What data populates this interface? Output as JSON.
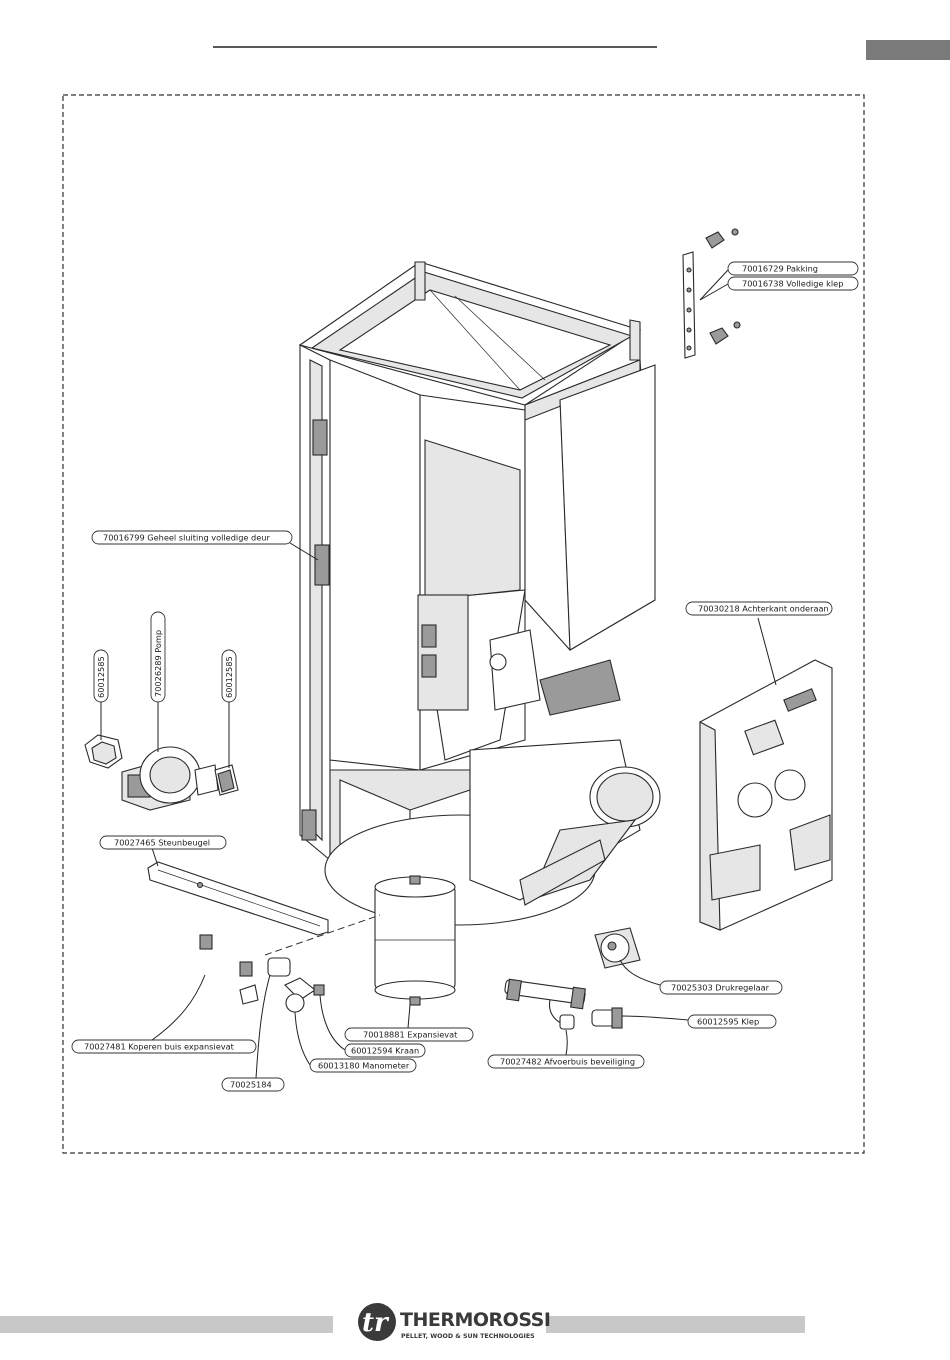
{
  "labels": {
    "pakking": "70016729 Pakking",
    "volledige_klep": "70016738 Volledige klep",
    "geheel_sluiting": "70016799 Geheel sluiting volledige deur",
    "achterkant": "70030218 Achterkant onderaan",
    "pipe_fitting_left": "60012585",
    "pomp": "70026289 Pomp",
    "pipe_fitting_right": "60012585",
    "steunbeugel": "70027465 Steunbeugel",
    "drukregelaar": "70025303 Drukregelaar",
    "klep": "60012595 Klep",
    "expansievat": "70018881 Expansievat",
    "kraan": "60012594 Kraan",
    "manometer": "60013180 Manometer",
    "koperen_buis": "70027481 Koperen buis expansievat",
    "afvoerbuis": "70027482 Afvoerbuis beveiliging",
    "part_5184": "70025184"
  },
  "footer": {
    "brand": "THERMOROSSI",
    "tagline": "PELLET, WOOD & SUN TECHNOLOGIES",
    "mark": "tr"
  },
  "colors": {
    "footer_bar": "#c8c8c8",
    "tab": "#7a7a7a",
    "logo_circle": "#3a3a3a"
  }
}
